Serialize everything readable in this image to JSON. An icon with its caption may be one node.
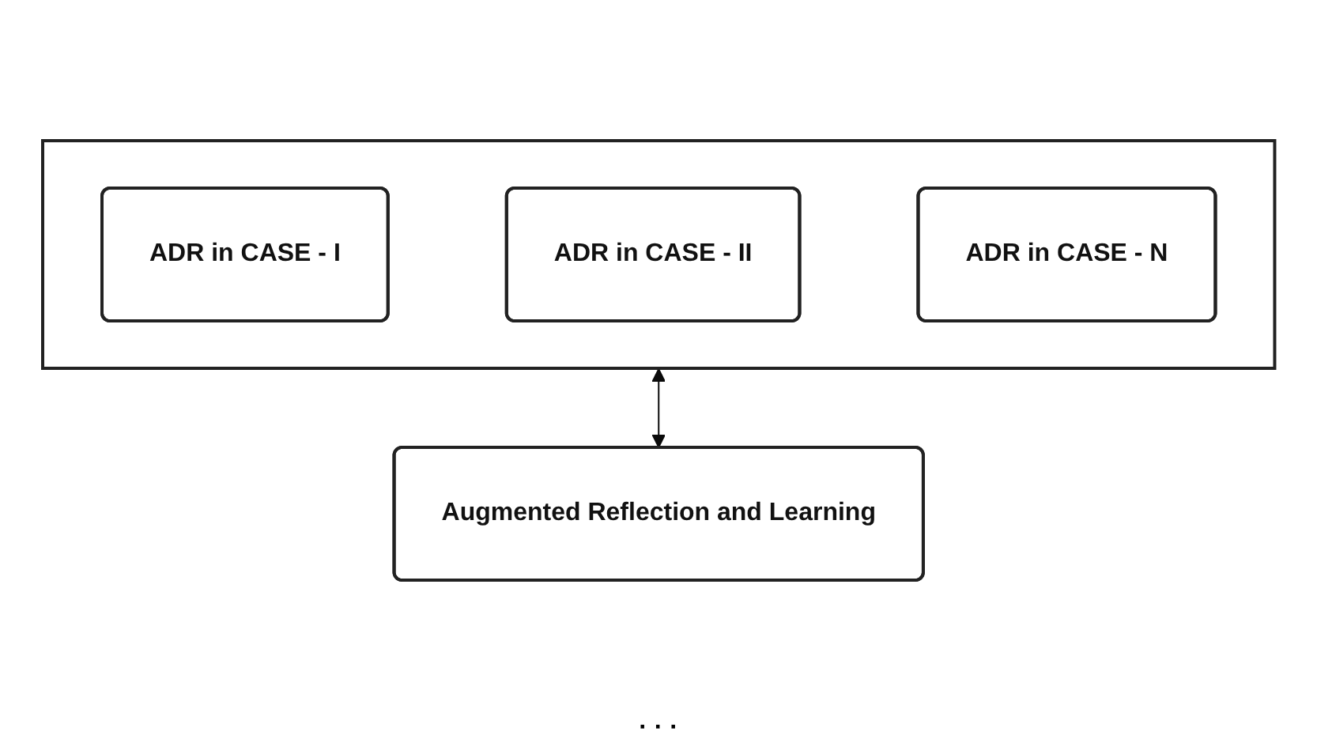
{
  "diagram": {
    "nodes": [
      {
        "text": [],
        "shape": "box"
      },
      {
        "text": [
          "ADR in CASE - I"
        ],
        "in": 0
      },
      {
        "text": [
          "ADR in CASE - II"
        ],
        "in": 0
      },
      {
        "text": [
          "ADR in CASE - N"
        ],
        "in": 0
      },
      {
        "text": [
          "Augmented Reflection and Learning"
        ]
      }
    ],
    "edges": [
      {
        "from": 0,
        "to": 4,
        "arrow": "both"
      }
    ],
    "labels": [
      "· · ·"
    ]
  }
}
